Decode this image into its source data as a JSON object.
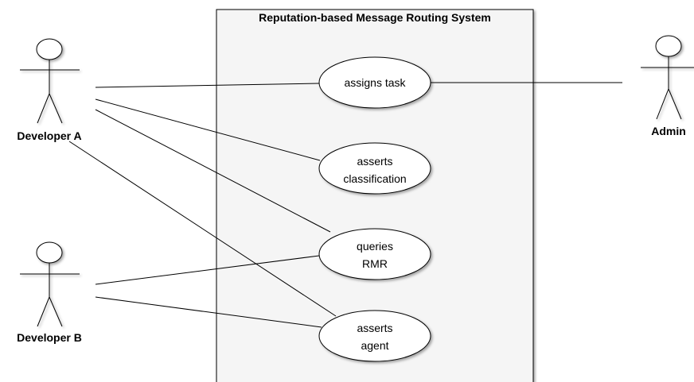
{
  "system": {
    "title": "Reputation-based Message Routing System"
  },
  "actors": {
    "developer_a": {
      "label": "Developer A"
    },
    "developer_b": {
      "label": "Developer B"
    },
    "admin": {
      "label": "Admin"
    }
  },
  "use_cases": {
    "assigns_task": {
      "lines": [
        "assigns task"
      ]
    },
    "asserts_classification": {
      "lines": [
        "asserts",
        "classification"
      ]
    },
    "queries_rmr": {
      "lines": [
        "queries",
        "RMR"
      ]
    },
    "asserts_agent": {
      "lines": [
        "asserts",
        "agent"
      ]
    }
  },
  "associations": [
    {
      "actor": "Developer A",
      "use_case": "assigns task"
    },
    {
      "actor": "Developer A",
      "use_case": "asserts classification"
    },
    {
      "actor": "Developer A",
      "use_case": "queries RMR"
    },
    {
      "actor": "Developer A",
      "use_case": "asserts agent"
    },
    {
      "actor": "Developer B",
      "use_case": "queries RMR"
    },
    {
      "actor": "Developer B",
      "use_case": "asserts agent"
    },
    {
      "actor": "Admin",
      "use_case": "assigns task"
    }
  ],
  "colors": {
    "line": "#000000",
    "system_fill": "#f5f5f5",
    "ellipse_fill": "#ffffff"
  }
}
